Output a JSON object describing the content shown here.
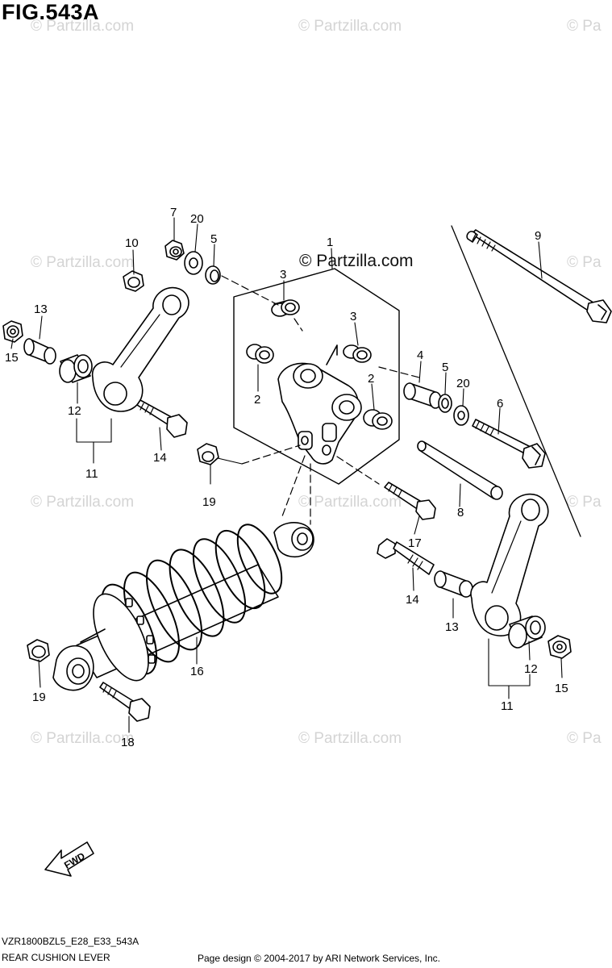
{
  "figure": {
    "title": "FIG.543A"
  },
  "watermark": {
    "text": "© Partzilla.com",
    "short": "© Pa",
    "brand": "© Partzilla.com"
  },
  "callouts": {
    "c1": "1",
    "c2a": "2",
    "c2b": "2",
    "c3a": "3",
    "c3b": "3",
    "c4": "4",
    "c5a": "5",
    "c5b": "5",
    "c6": "6",
    "c7": "7",
    "c8": "8",
    "c9": "9",
    "c10": "10",
    "c11a": "11",
    "c11b": "11",
    "c12a": "12",
    "c12b": "12",
    "c13a": "13",
    "c13b": "13",
    "c14a": "14",
    "c14b": "14",
    "c15a": "15",
    "c15b": "15",
    "c16": "16",
    "c17": "17",
    "c18": "18",
    "c19a": "19",
    "c19b": "19",
    "c20a": "20",
    "c20b": "20"
  },
  "fwd": {
    "label": "FWD"
  },
  "footer": {
    "model_code": "VZR1800BZL5_E28_E33_543A",
    "caption": "REAR CUSHION LEVER",
    "credit": "Page design © 2004-2017 by ARI Network Services, Inc."
  }
}
